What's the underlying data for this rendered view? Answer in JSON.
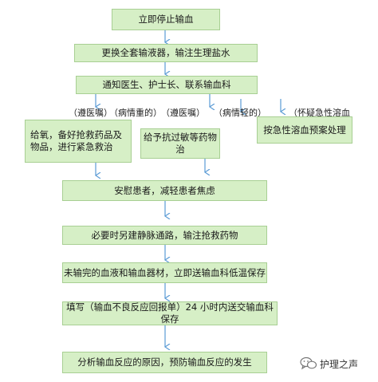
{
  "steps": {
    "stop": "立即停止输血",
    "replace": "更换全套输液器，输注生理盐水",
    "notify": "通知医生、护士长、联系输血科",
    "severe_action": "给氧，备好抢救药品及物品，进行紧急救治",
    "mild_action": "给予抗过敏等药物治",
    "hemolysis_action": "按急性溶血预案处理",
    "comfort": "安慰患者，减轻患者焦虑",
    "iv_access": "必要时另建静脉通路，输注抢救药物",
    "send_blood": "未输完的血液和输血器材，立即送输血科低温保存",
    "report": "填写（输血不良反应回报单）24 小时内送交输血科保存",
    "analyze": "分析输血反应的原因，预防输血反应的发生"
  },
  "branches": {
    "b1": "（遵医嘱）",
    "b2": "（病情重的）",
    "b3": "（遵医嘱）",
    "b4": "（病情轻的）",
    "b5": "（怀疑急性溶血"
  },
  "watermark": {
    "icon": "wechat-icon",
    "text": "护理之声"
  },
  "colors": {
    "box_fill": "#d6efc6",
    "box_border": "#a8cf93",
    "arrow": "#5b9bd5"
  }
}
